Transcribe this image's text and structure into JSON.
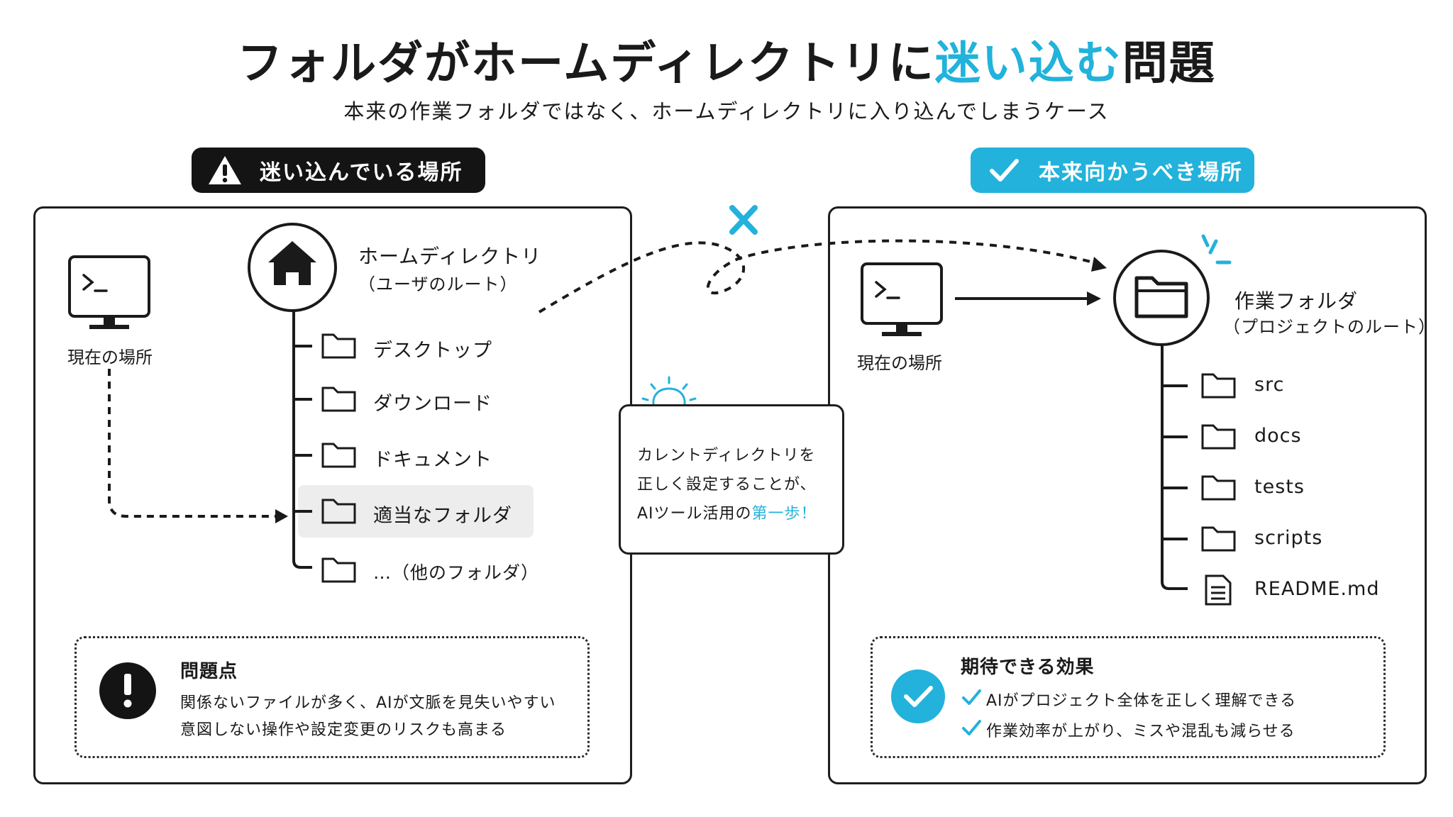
{
  "title": {
    "part1": "フォルダがホームディレクトリに",
    "accent": "迷い込む",
    "part2": "問題"
  },
  "subtitle": "本来の作業フォルダではなく、ホームディレクトリに入り込んでしまうケース",
  "left": {
    "badge": "迷い込んでいる場所",
    "current_location_label": "現在の場所",
    "root_title": "ホームディレクトリ",
    "root_subtitle": "（ユーザのルート）",
    "folders": [
      "デスクトップ",
      "ダウンロード",
      "ドキュメント",
      "適当なフォルダ",
      "…（他のフォルダ）"
    ],
    "problem": {
      "title": "問題点",
      "lines": [
        "関係ないファイルが多く、AIが文脈を見失いやすい",
        "意図しない操作や設定変更のリスクも高まる"
      ]
    }
  },
  "tip": {
    "line1": "カレントディレクトリを",
    "line2": "正しく設定することが、",
    "line3_prefix": "AIツール活用の",
    "line3_accent": "第一歩！"
  },
  "right": {
    "badge": "本来向かうべき場所",
    "current_location_label": "現在の場所",
    "root_title": "作業フォルダ",
    "root_subtitle": "（プロジェクトのルート）",
    "items": [
      "src",
      "docs",
      "tests",
      "scripts",
      "README.md"
    ],
    "benefit": {
      "title": "期待できる効果",
      "lines": [
        "AIがプロジェクト全体を正しく理解できる",
        "作業効率が上がり、ミスや混乱も減らせる"
      ]
    }
  },
  "colors": {
    "accent": "#22b2db",
    "dark": "#141414",
    "highlight": "#ededed"
  }
}
